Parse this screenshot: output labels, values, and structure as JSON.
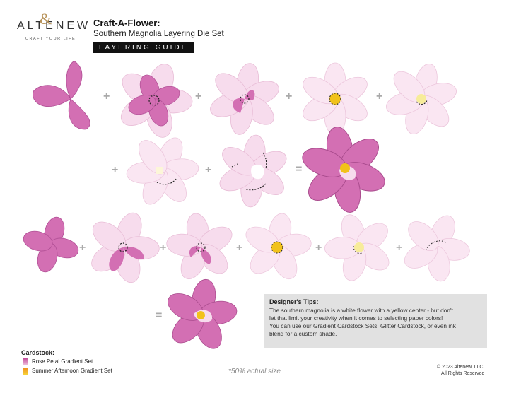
{
  "brand": {
    "name": "ALTENEW",
    "tagline": "CRAFT YOUR LIFE",
    "monogram": "&"
  },
  "header": {
    "title": "Craft-A-Flower:",
    "subtitle": "Southern Magnolia Layering Die Set",
    "guide_label": "LAYERING GUIDE"
  },
  "operators": {
    "plus": "+",
    "equals": "="
  },
  "colors": {
    "pink_deep": "#d36fb3",
    "pink_light": "#f7dced",
    "yellow": "#f1c21b",
    "yellow_pale": "#f7ec9a",
    "panel": "#e1e1e1"
  },
  "tips": {
    "title": "Designer's Tips:",
    "lines": [
      "The southern magnolia is a white flower with a yellow center - but don't",
      "let that limit your creativity when it comes to selecting paper colors!",
      "You can use our Gradient Cardstock Sets, Glitter Cardstock, or even ink",
      "blend for a custom shade."
    ]
  },
  "cardstock": {
    "title": "Cardstock:",
    "items": [
      {
        "label": "Rose Petal Gradient Set",
        "color_top": "#c24a9a",
        "color_bottom": "#f2c6e2"
      },
      {
        "label": "Summer Afternoon Gradient Set",
        "color_top": "#f08a1a",
        "color_bottom": "#f6d43a"
      }
    ]
  },
  "footer": {
    "scale_note": "*50% actual size",
    "copyright": "© 2023 Altenew, LLC.",
    "rights": "All Rights Reserved"
  }
}
